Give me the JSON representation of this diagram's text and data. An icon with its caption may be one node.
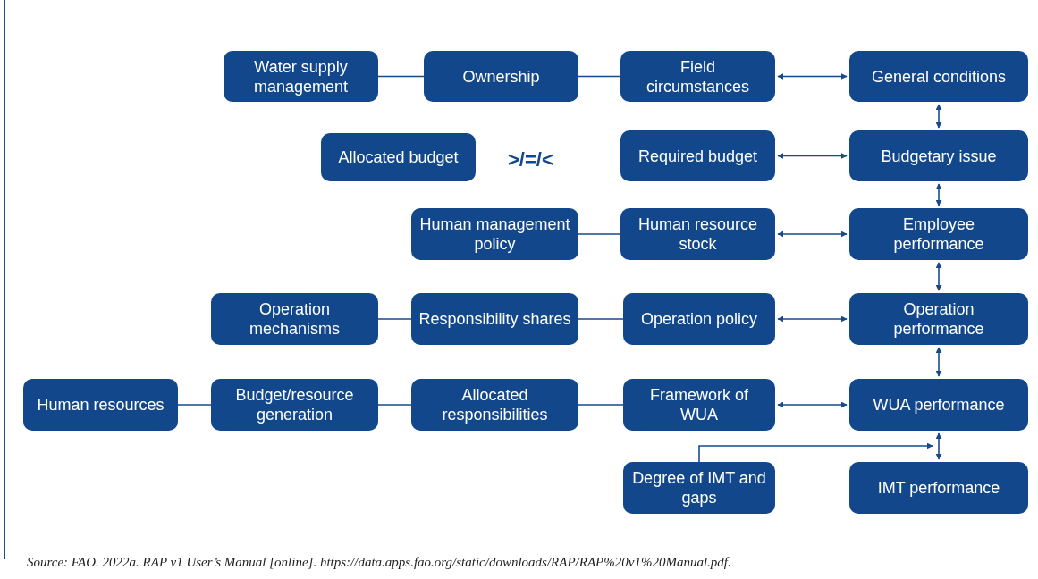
{
  "diagram": {
    "caption": "Source: FAO. 2022a. RAP v1 User’s Manual [online]. https://data.apps.fao.org/static/downloads/RAP/RAP%20v1%20Manual.pdf.",
    "nodes": [
      {
        "text": [
          "Water supply management"
        ]
      },
      {
        "text": [
          "Ownership"
        ]
      },
      {
        "text": [
          "Field circumstances"
        ]
      },
      {
        "text": [
          "General conditions"
        ]
      },
      {
        "text": [
          "Allocated budget"
        ]
      },
      {
        "text": [
          "Required budget"
        ]
      },
      {
        "text": [
          "Budgetary issue"
        ]
      },
      {
        "text": [
          "Human management policy"
        ]
      },
      {
        "text": [
          "Human resource stock"
        ]
      },
      {
        "text": [
          "Employee performance"
        ]
      },
      {
        "text": [
          "Operation mechanisms"
        ]
      },
      {
        "text": [
          "Responsibility shares"
        ]
      },
      {
        "text": [
          "Operation policy"
        ]
      },
      {
        "text": [
          "Operation performance"
        ]
      },
      {
        "text": [
          "Human resources"
        ]
      },
      {
        "text": [
          "Budget/resource generation"
        ]
      },
      {
        "text": [
          "Allocated responsibilities"
        ]
      },
      {
        "text": [
          "Framework of WUA"
        ]
      },
      {
        "text": [
          "WUA performance"
        ]
      },
      {
        "text": [
          "Degree of IMT and gaps"
        ]
      },
      {
        "text": [
          "IMT performance"
        ]
      }
    ],
    "edges": [
      {
        "from": 0,
        "to": 1,
        "arrow": "none"
      },
      {
        "from": 1,
        "to": 2,
        "arrow": "none"
      },
      {
        "from": 2,
        "to": 3,
        "arrow": "both"
      },
      {
        "from": 3,
        "to": 6,
        "arrow": "both"
      },
      {
        "from": 5,
        "to": 6,
        "arrow": "both"
      },
      {
        "from": 6,
        "to": 9,
        "arrow": "both"
      },
      {
        "from": 7,
        "to": 8,
        "arrow": "none"
      },
      {
        "from": 8,
        "to": 9,
        "arrow": "both"
      },
      {
        "from": 9,
        "to": 13,
        "arrow": "both"
      },
      {
        "from": 10,
        "to": 11,
        "arrow": "none"
      },
      {
        "from": 11,
        "to": 12,
        "arrow": "none"
      },
      {
        "from": 12,
        "to": 13,
        "arrow": "both"
      },
      {
        "from": 13,
        "to": 18,
        "arrow": "both"
      },
      {
        "from": 14,
        "to": 15,
        "arrow": "none"
      },
      {
        "from": 15,
        "to": 16,
        "arrow": "none"
      },
      {
        "from": 16,
        "to": 17,
        "arrow": "none"
      },
      {
        "from": 17,
        "to": 18,
        "arrow": "both"
      },
      {
        "from": 18,
        "to": 20,
        "arrow": "both"
      },
      {
        "from": 19,
        "to": 18,
        "arrow": "to"
      }
    ],
    "labels": [
      ">/=/<"
    ]
  }
}
